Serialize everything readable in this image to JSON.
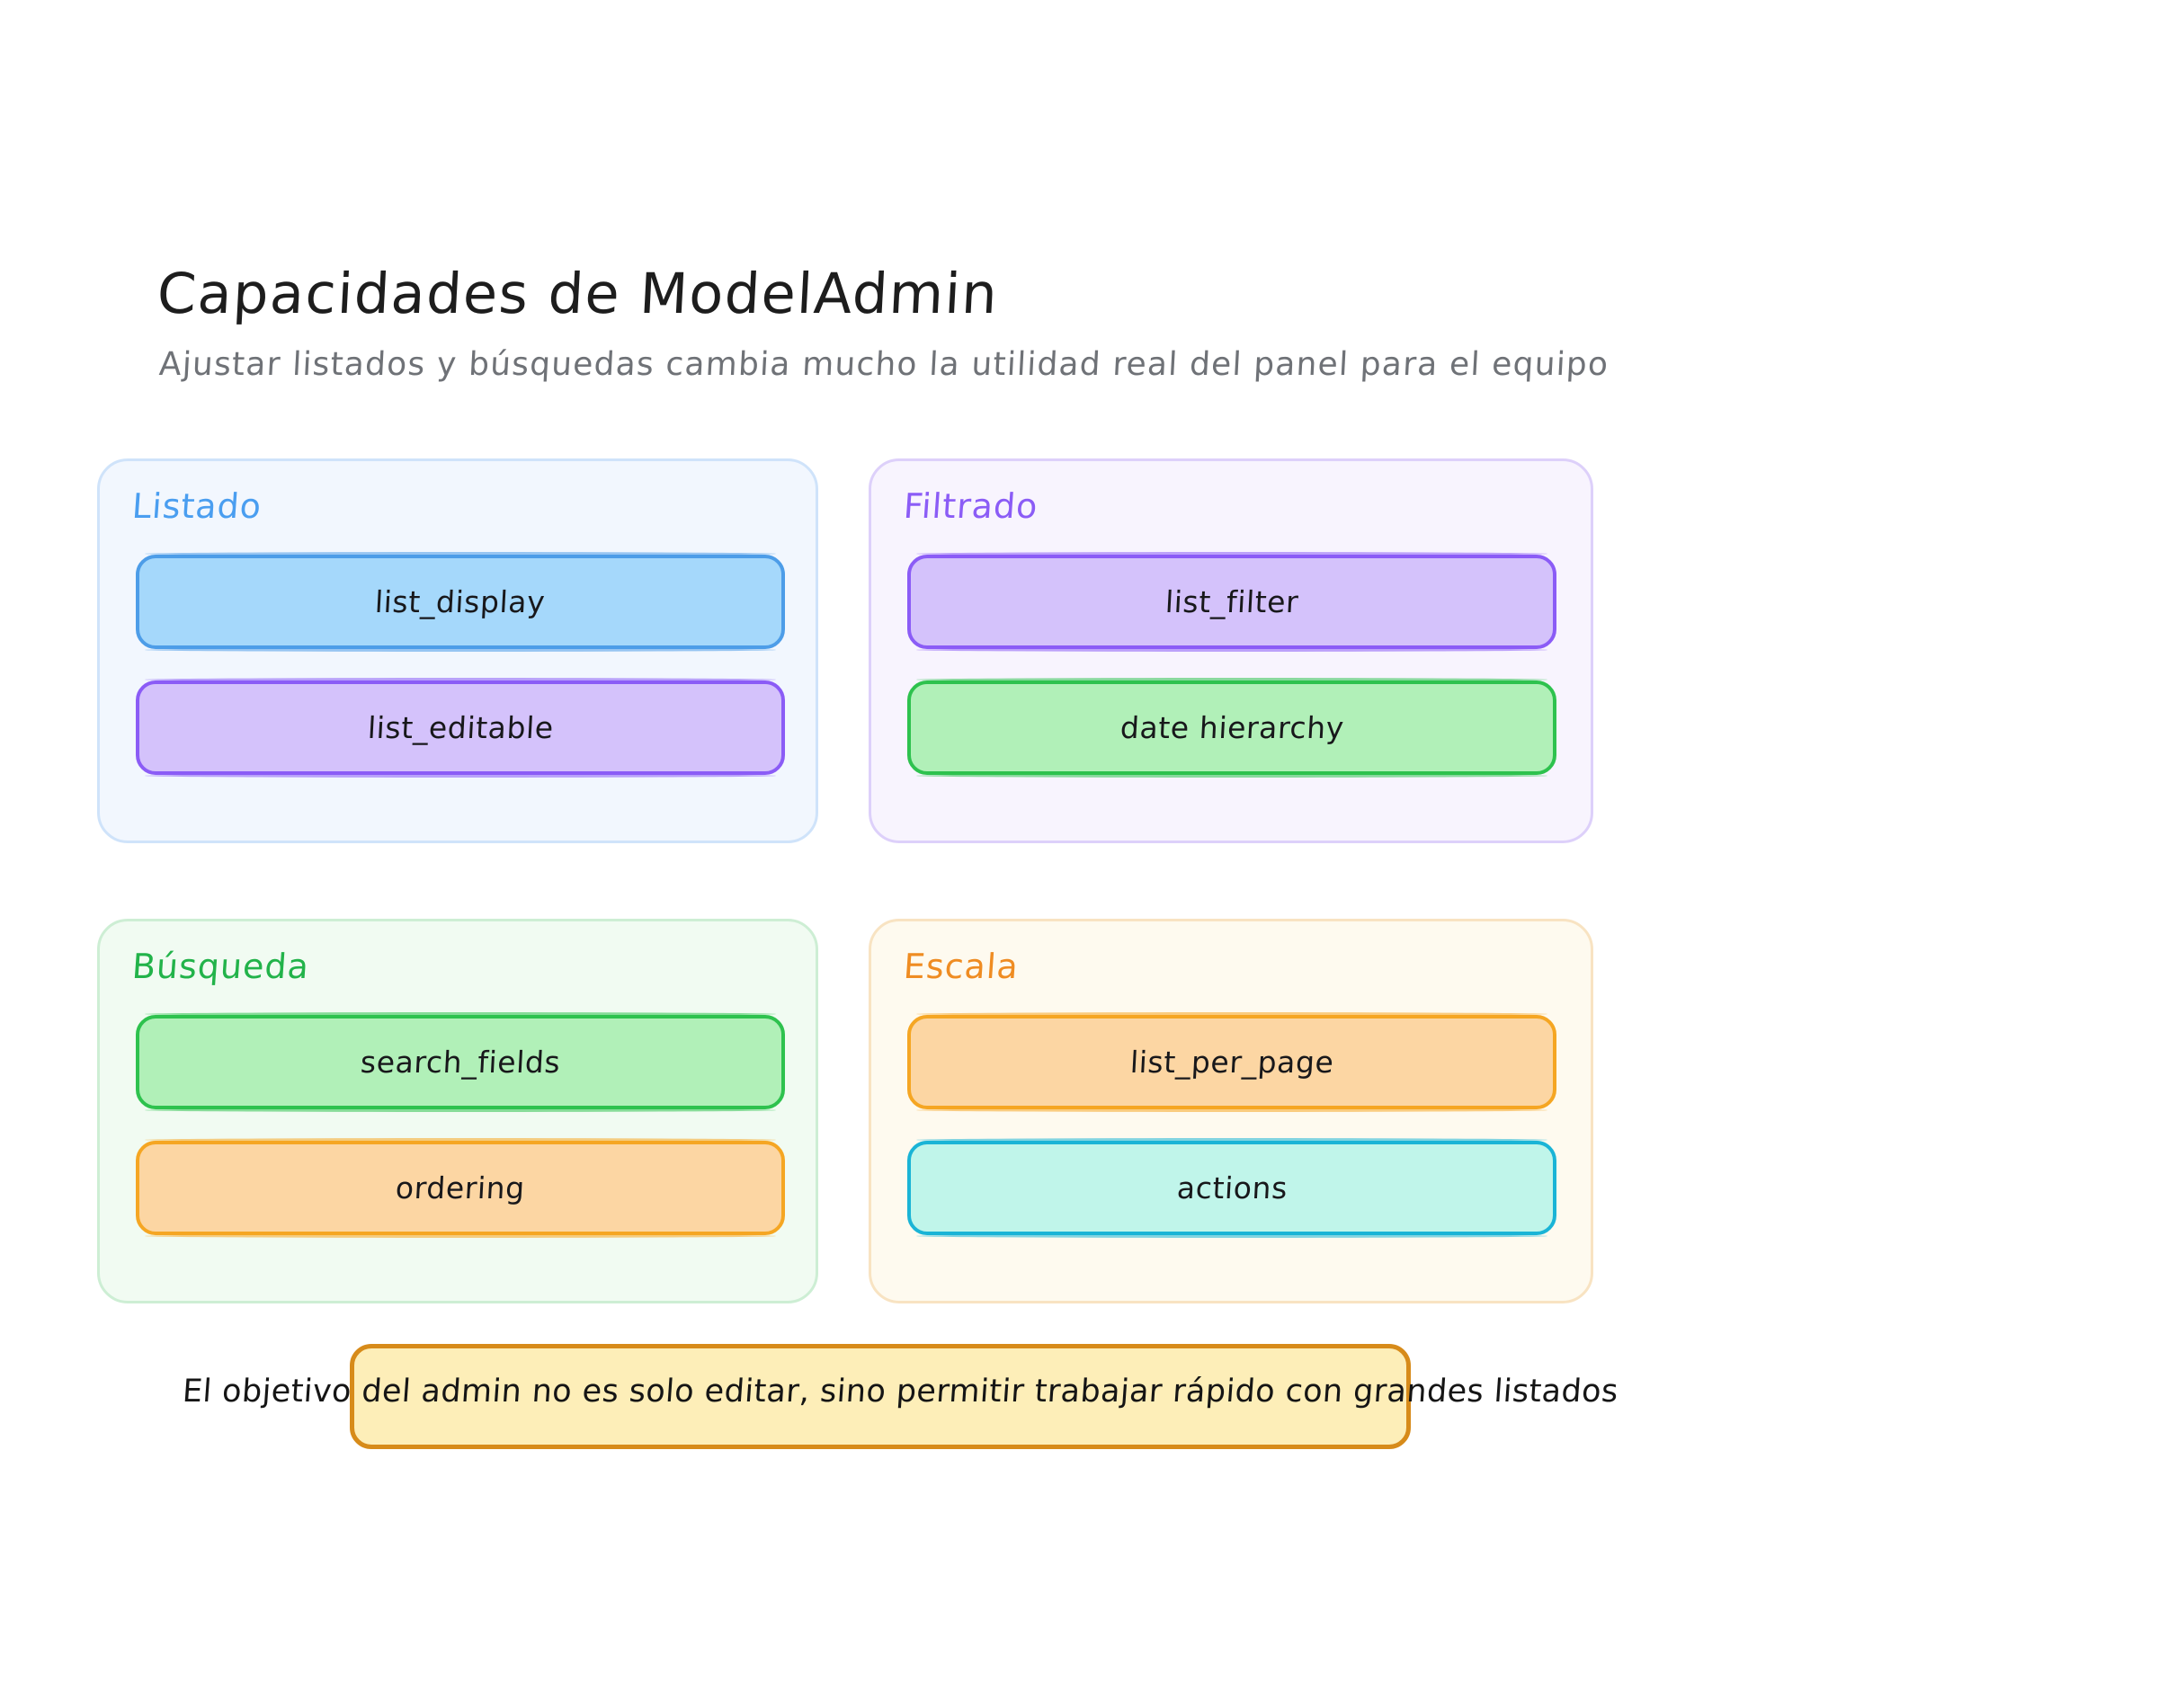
{
  "header": {
    "title": "Capacidades de ModelAdmin",
    "subtitle": "Ajustar listados y búsquedas cambia mucho la utilidad real del panel para el equipo"
  },
  "colors": {
    "background": "#ffffff",
    "title_text": "#1d1d1d",
    "subtitle_text": "#6f7277",
    "node_text": "#18181b",
    "blue_fill": "#a5d8fb",
    "blue_stroke": "#4d9de8",
    "purple_fill": "#d4c2fb",
    "purple_stroke": "#8b5cf6",
    "green_fill": "#b1f0b8",
    "green_stroke": "#2ec24e",
    "orange_fill": "#fcd6a3",
    "orange_stroke": "#f5a623",
    "cyan_fill": "#c0f5ea",
    "cyan_stroke": "#1ab4d6",
    "note_fill": "#fdeeb8",
    "note_stroke": "#d78b1a"
  },
  "clusters": [
    {
      "id": "listado",
      "label": "Listado",
      "label_color": "#4a9ef0",
      "card_fill": "#f2f7fe",
      "card_stroke": "#cfe3fa",
      "nodes": [
        {
          "label": "list_display",
          "fill": "#a5d8fb",
          "stroke": "#4d9de8"
        },
        {
          "label": "list_editable",
          "fill": "#d4c2fb",
          "stroke": "#8b5cf6"
        }
      ]
    },
    {
      "id": "filtrado",
      "label": "Filtrado",
      "label_color": "#8b5cf6",
      "card_fill": "#f8f4fe",
      "card_stroke": "#ddd0fa",
      "nodes": [
        {
          "label": "list_filter",
          "fill": "#d4c2fb",
          "stroke": "#8b5cf6"
        },
        {
          "label": "date hierarchy",
          "fill": "#b1f0b8",
          "stroke": "#2ec24e"
        }
      ]
    },
    {
      "id": "busqueda",
      "label": "Búsqueda",
      "label_color": "#22b34a",
      "card_fill": "#f1fbf2",
      "card_stroke": "#cdeed4",
      "nodes": [
        {
          "label": "search_fields",
          "fill": "#b1f0b8",
          "stroke": "#2ec24e"
        },
        {
          "label": "ordering",
          "fill": "#fcd6a3",
          "stroke": "#f5a623"
        }
      ]
    },
    {
      "id": "escala",
      "label": "Escala",
      "label_color": "#ef8c22",
      "card_fill": "#fefaef",
      "card_stroke": "#f8e3c2",
      "nodes": [
        {
          "label": "list_per_page",
          "fill": "#fcd6a3",
          "stroke": "#f5a623"
        },
        {
          "label": "actions",
          "fill": "#c0f5ea",
          "stroke": "#1ab4d6"
        }
      ]
    }
  ],
  "note": {
    "text": "El objetivo del admin no es solo editar, sino permitir trabajar rápido con grandes listados"
  }
}
